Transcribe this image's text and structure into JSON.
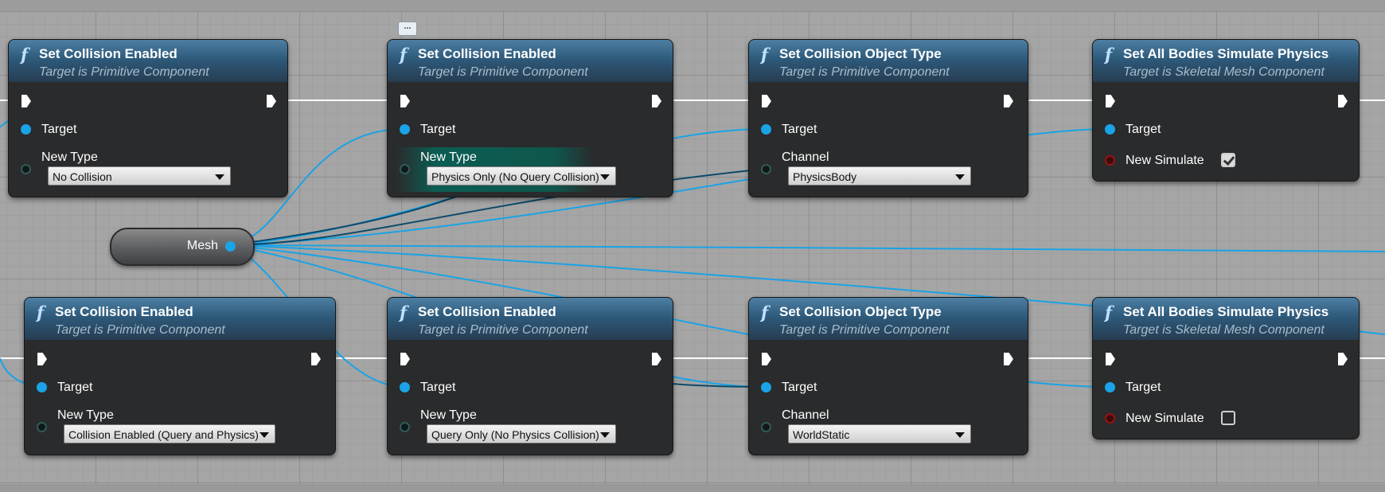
{
  "graph": {
    "variable_node": {
      "label": "Mesh"
    },
    "comment_bubble": {
      "icon": "comment-bubble-icon",
      "glyph": "..."
    }
  },
  "nodes": {
    "top_1": {
      "title": "Set Collision Enabled",
      "subtitle": "Target is Primitive Component",
      "target_label": "Target",
      "param_label": "New Type",
      "param_value": "No Collision"
    },
    "top_2": {
      "title": "Set Collision Enabled",
      "subtitle": "Target is Primitive Component",
      "target_label": "Target",
      "param_label": "New Type",
      "param_value": "Physics Only (No Query Collision)"
    },
    "top_3": {
      "title": "Set Collision Object Type",
      "subtitle": "Target is Primitive Component",
      "target_label": "Target",
      "param_label": "Channel",
      "param_value": "PhysicsBody"
    },
    "top_4": {
      "title": "Set All Bodies Simulate Physics",
      "subtitle": "Target is Skeletal Mesh Component",
      "target_label": "Target",
      "param_label": "New Simulate",
      "checked": true
    },
    "bot_1": {
      "title": "Set Collision Enabled",
      "subtitle": "Target is Primitive Component",
      "target_label": "Target",
      "param_label": "New Type",
      "param_value": "Collision Enabled (Query and Physics)"
    },
    "bot_2": {
      "title": "Set Collision Enabled",
      "subtitle": "Target is Primitive Component",
      "target_label": "Target",
      "param_label": "New Type",
      "param_value": "Query Only (No Physics Collision)"
    },
    "bot_3": {
      "title": "Set Collision Object Type",
      "subtitle": "Target is Primitive Component",
      "target_label": "Target",
      "param_label": "Channel",
      "param_value": "WorldStatic"
    },
    "bot_4": {
      "title": "Set All Bodies Simulate Physics",
      "subtitle": "Target is Skeletal Mesh Component",
      "target_label": "Target",
      "param_label": "New Simulate",
      "checked": false
    }
  },
  "icons": {
    "function": "function-icon",
    "exec_in": "exec-in-pin-icon",
    "exec_out": "exec-out-pin-icon"
  },
  "colors": {
    "object_pin": "#1aa3e6",
    "bool_pin": "#9b1010",
    "header_blue": "#2e5a7b",
    "node_body": "#2a2b2c",
    "exec_wire": "#ffffff"
  }
}
